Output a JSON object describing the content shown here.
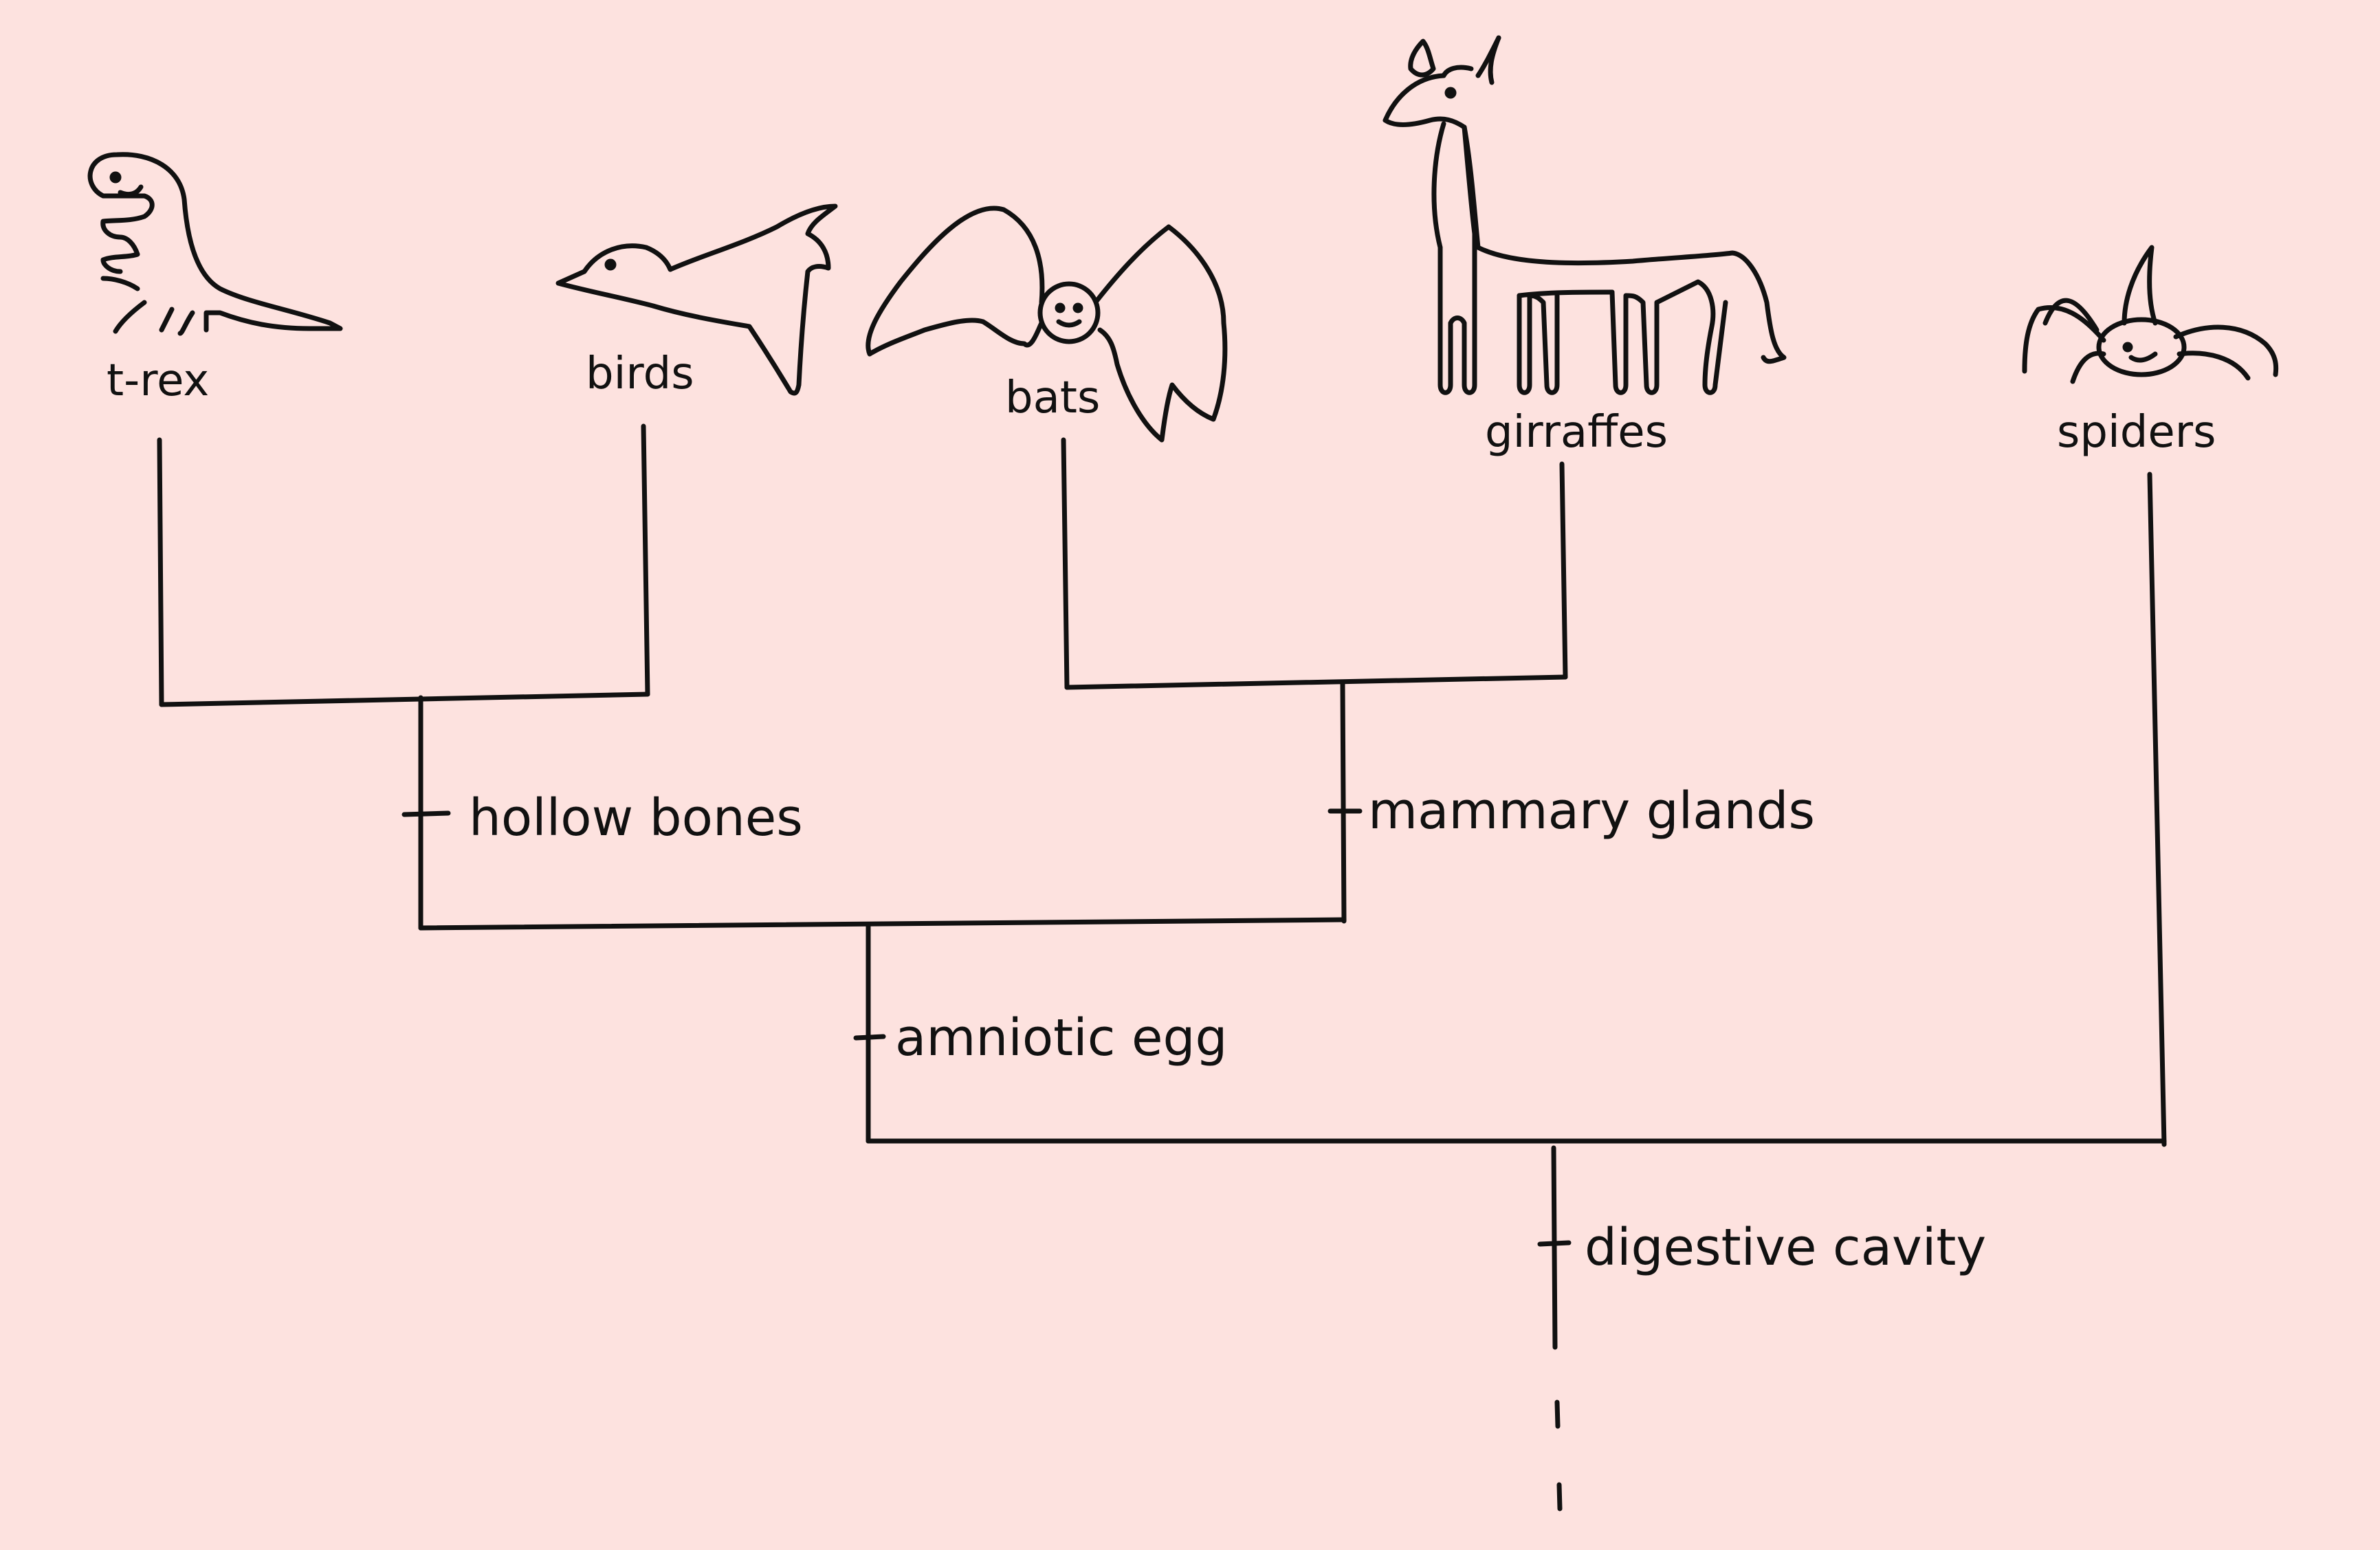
{
  "taxa": {
    "trex": "t-rex",
    "birds": "birds",
    "bats": "bats",
    "giraffes": "girraffes",
    "spiders": "spiders"
  },
  "traits": {
    "hollow_bones": "hollow bones",
    "mammary_glands": "mammary glands",
    "amniotic_egg": "amniotic egg",
    "digestive_cavity": "digestive cavity"
  },
  "icons": [
    "t-rex-icon",
    "bird-icon",
    "bat-icon",
    "giraffe-icon",
    "spider-icon"
  ],
  "colors": {
    "background": "#fde2df",
    "ink": "#111111"
  }
}
